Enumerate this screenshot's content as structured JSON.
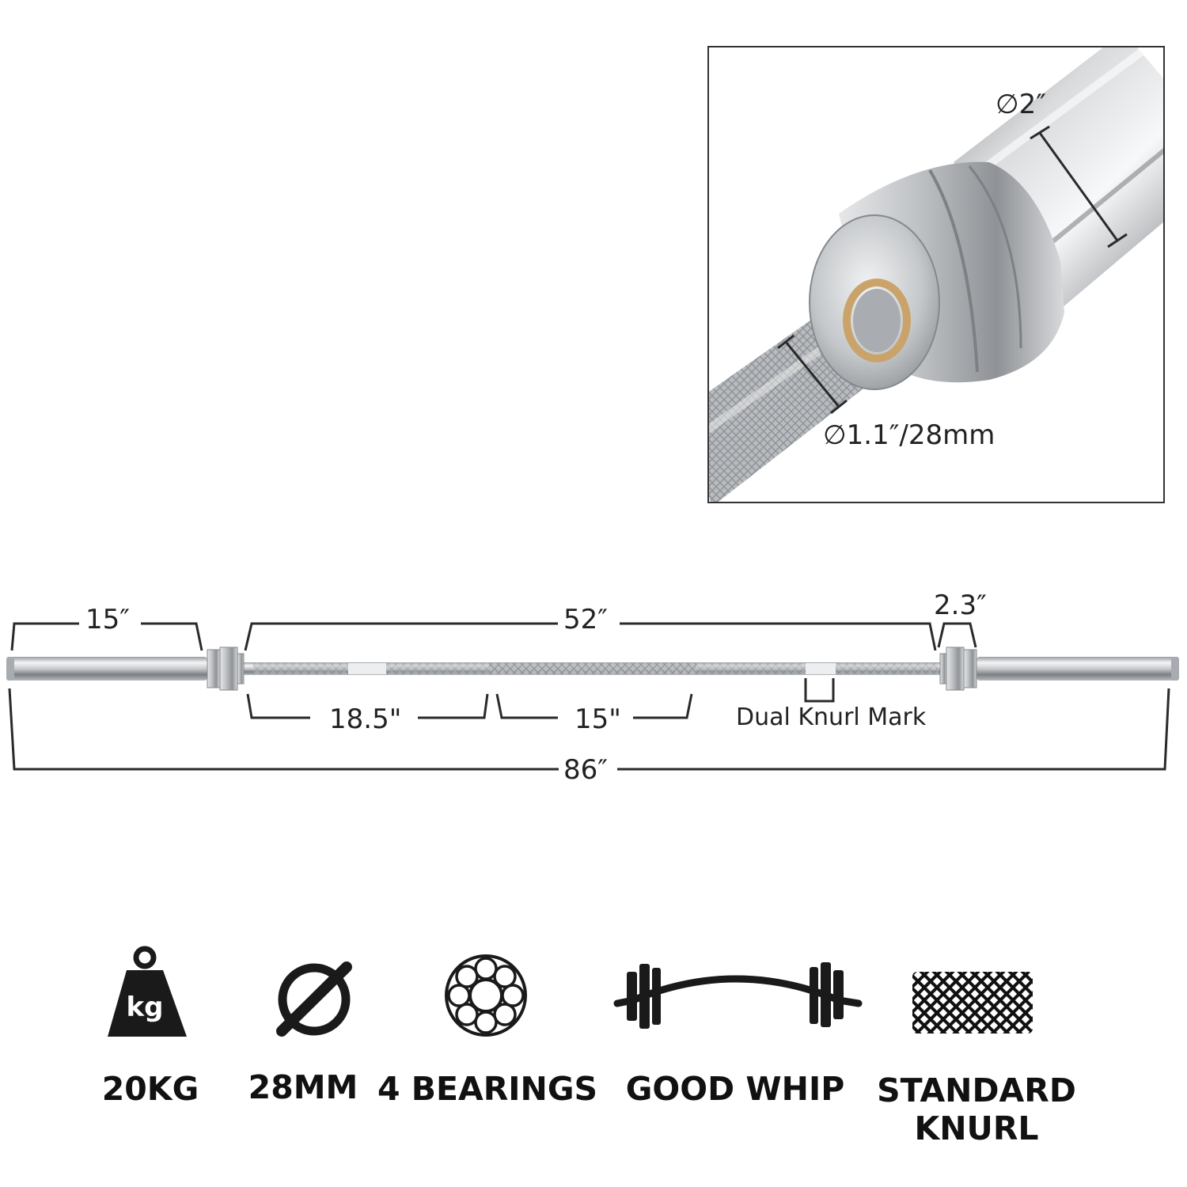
{
  "inset": {
    "sleeve_diameter": "∅2″",
    "shaft_diameter": "∅1.1″/28mm"
  },
  "dimensions": {
    "left_sleeve": "15″",
    "grip_section": "52″",
    "collar": "2.3″",
    "left_grip": "18.5\"",
    "center_grip": "15\"",
    "knurl_mark": "Dual Knurl Mark",
    "overall": "86″"
  },
  "features": [
    {
      "icon": "kg-weight-icon",
      "label": "20KG"
    },
    {
      "icon": "diameter-icon",
      "label": "28MM"
    },
    {
      "icon": "bearing-icon",
      "label": "4 BEARINGS"
    },
    {
      "icon": "whip-bar-icon",
      "label": "GOOD WHIP"
    },
    {
      "icon": "knurl-pattern-icon",
      "label_line1": "STANDARD",
      "label_line2": "KNURL"
    }
  ],
  "colors": {
    "chrome_dark": "#8c8f94",
    "chrome_light": "#f2f3f4",
    "bushing": "#c9a36a",
    "icon": "#1a1a1a"
  }
}
